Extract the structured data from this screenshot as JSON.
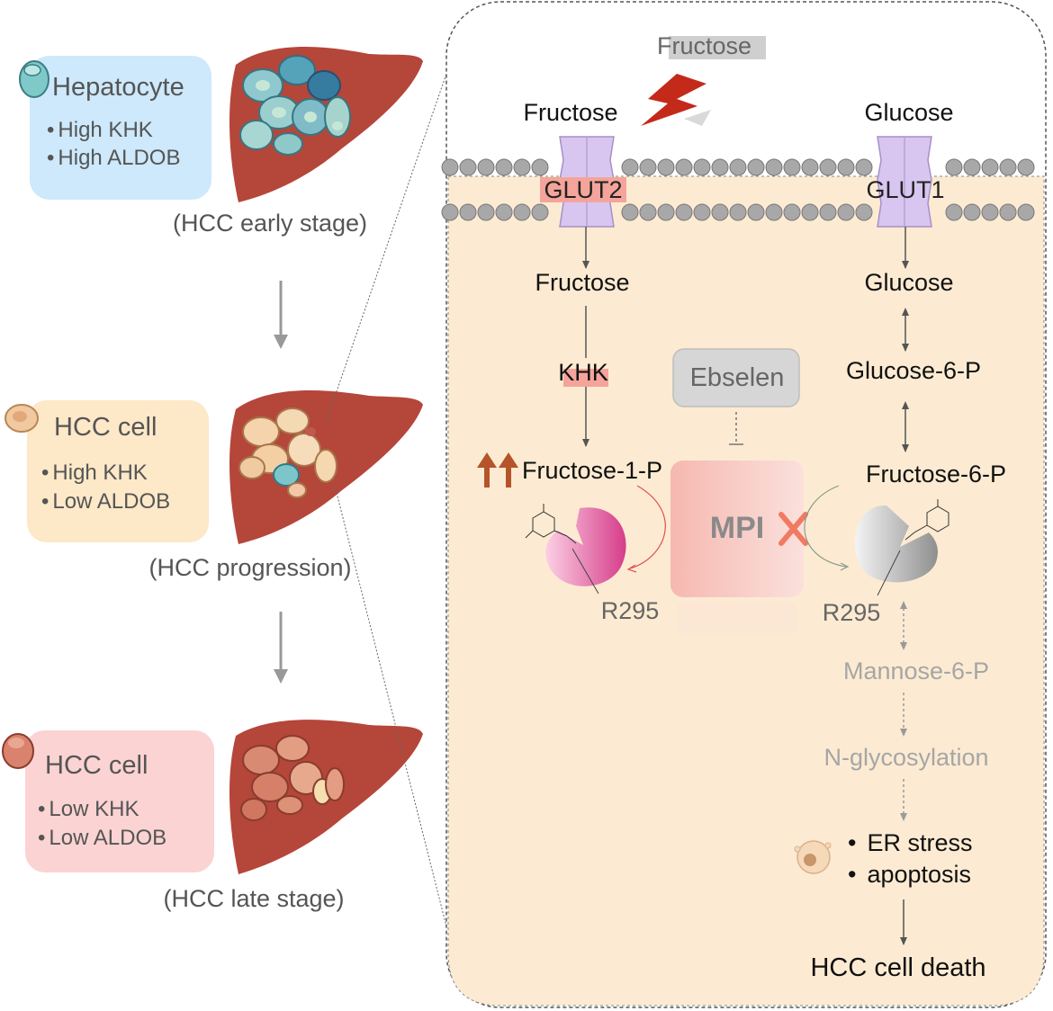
{
  "stages": [
    {
      "cell_label": "Hepatocyte",
      "markers": [
        "High KHK",
        "High ALDOB"
      ],
      "stage_label": "(HCC early stage)",
      "box_color": "#cde9fb",
      "cell_color": "#7fc9c9"
    },
    {
      "cell_label": "HCC cell",
      "markers": [
        "High KHK",
        "Low ALDOB"
      ],
      "stage_label": "(HCC progression)",
      "box_color": "#fde8c8",
      "cell_color": "#f0c9a0"
    },
    {
      "cell_label": "HCC cell",
      "markers": [
        "Low KHK",
        "Low ALDOB"
      ],
      "stage_label": "(HCC late stage)",
      "box_color": "#fbd3d3",
      "cell_color": "#d9826e"
    }
  ],
  "colors": {
    "liver": "#b5463a",
    "membrane_bead": "#a8a8a8",
    "cytoplasm": "#fcebd2",
    "transporter": "#d9c6f0",
    "highlight": "#f4a49a",
    "enzyme_pink": "#e0559a",
    "arrow_up": "#b5542a",
    "inhibit_x": "#f07a62"
  },
  "pathway": {
    "external_fructose_top": "Fructose",
    "fructose_outside": "Fructose",
    "glucose_outside": "Glucose",
    "transporter_left": "GLUT2",
    "transporter_right": "GLUT1",
    "fructose_inside": "Fructose",
    "glucose_inside": "Glucose",
    "khk": "KHK",
    "glucose6p": "Glucose-6-P",
    "fructose1p": "Fructose-1-P",
    "fructose6p": "Fructose-6-P",
    "ebselen": "Ebselen",
    "mpi": "MPI",
    "r295_left": "R295",
    "r295_right": "R295",
    "mannose6p": "Mannose-6-P",
    "nglyco": "N-glycosylation",
    "er_stress": "ER stress",
    "apoptosis": "apoptosis",
    "cell_death": "HCC cell death"
  }
}
